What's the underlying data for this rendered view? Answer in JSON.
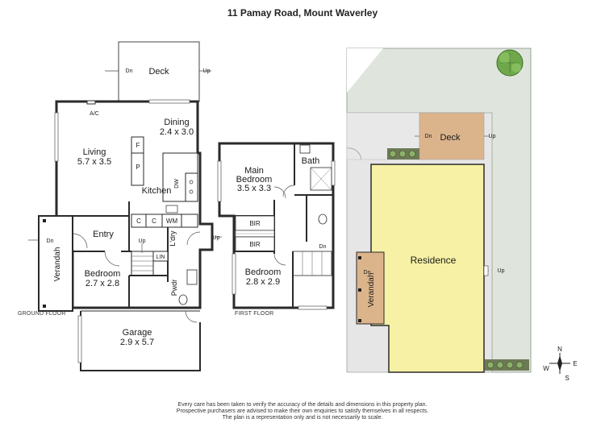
{
  "title": "11 Pamay Road, Mount Waverley",
  "disclaimer": [
    "Every care has been taken to verify the accuracy of the details and dimensions in this property plan.",
    "Prospective purchasers are advised to make their own enquiries to satisfy themselves in all respects.",
    "The plan is a representation only and is not necessarily to scale."
  ],
  "ground_floor": {
    "label": "GROUND FLOOR",
    "deck": "Deck",
    "ac": "A/C",
    "dining": {
      "name": "Dining",
      "dims": "2.4 x 3.0"
    },
    "living": {
      "name": "Living",
      "dims": "5.7 x 3.5"
    },
    "fridge": "F",
    "pantry": "P",
    "dishwasher": "DW",
    "kitchen": "Kitchen",
    "cupboard_1": "C",
    "cupboard_2": "C",
    "washing_machine": "WM",
    "entry": "Entry",
    "laundry": "L'dry",
    "linen": "LIN",
    "verandah": "Verandah",
    "bedroom": {
      "name": "Bedroom",
      "dims": "2.7 x 2.8"
    },
    "powder": "Pwdr",
    "garage": {
      "name": "Garage",
      "dims": "2.9 x 5.7"
    },
    "up_1": "Up",
    "up_2": "Up",
    "up_3": "Up",
    "dn_1": "Dn",
    "dn_2": "Dn"
  },
  "first_floor": {
    "label": "FIRST FLOOR",
    "main_bedroom": {
      "name": "Main",
      "name2": "Bedroom",
      "dims": "3.5 x 3.3"
    },
    "bath": "Bath",
    "bir_1": "BIR",
    "bir_2": "BIR",
    "bedroom": {
      "name": "Bedroom",
      "dims": "2.8 x 2.9"
    },
    "dn": "Dn"
  },
  "site_plan": {
    "deck": "Deck",
    "residence": "Residence",
    "verandah": "Verandah",
    "dn_1": "Dn",
    "dn_2": "Dn",
    "up_1": "Up",
    "up_2": "Up"
  },
  "compass": {
    "n": "N",
    "e": "E",
    "s": "S",
    "w": "W"
  },
  "colors": {
    "wall": "#2a2a2a",
    "lawn": "#dfe5dd",
    "paving": "#e6e6e6",
    "deck": "#dcb48c",
    "residence": "#f6f1a4",
    "tree": "#6ea84a"
  }
}
